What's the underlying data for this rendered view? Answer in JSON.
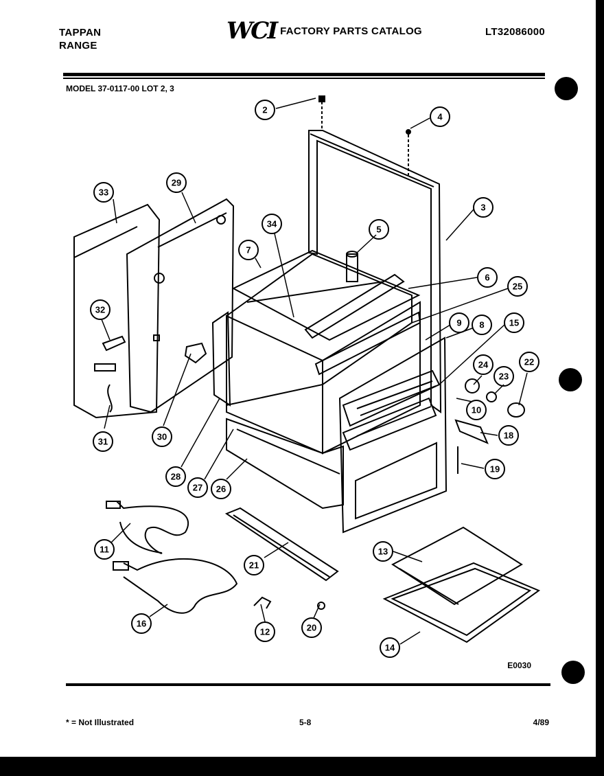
{
  "header": {
    "brand_line1": "TAPPAN",
    "brand_line2": "RANGE",
    "logo": "WCI",
    "catalog_title": "FACTORY PARTS CATALOG",
    "catalog_code": "LT32086000",
    "model": "MODEL 37-0117-00 LOT 2, 3"
  },
  "callouts": [
    "2",
    "4",
    "3",
    "33",
    "29",
    "5",
    "34",
    "7",
    "6",
    "25",
    "9",
    "8",
    "15",
    "32",
    "24",
    "23",
    "22",
    "10",
    "18",
    "19",
    "31",
    "30",
    "28",
    "27",
    "26",
    "11",
    "21",
    "13",
    "16",
    "12",
    "20",
    "14"
  ],
  "footer": {
    "figure_code": "E0030",
    "note": "* = Not Illustrated",
    "page": "5-8",
    "date": "4/89"
  }
}
